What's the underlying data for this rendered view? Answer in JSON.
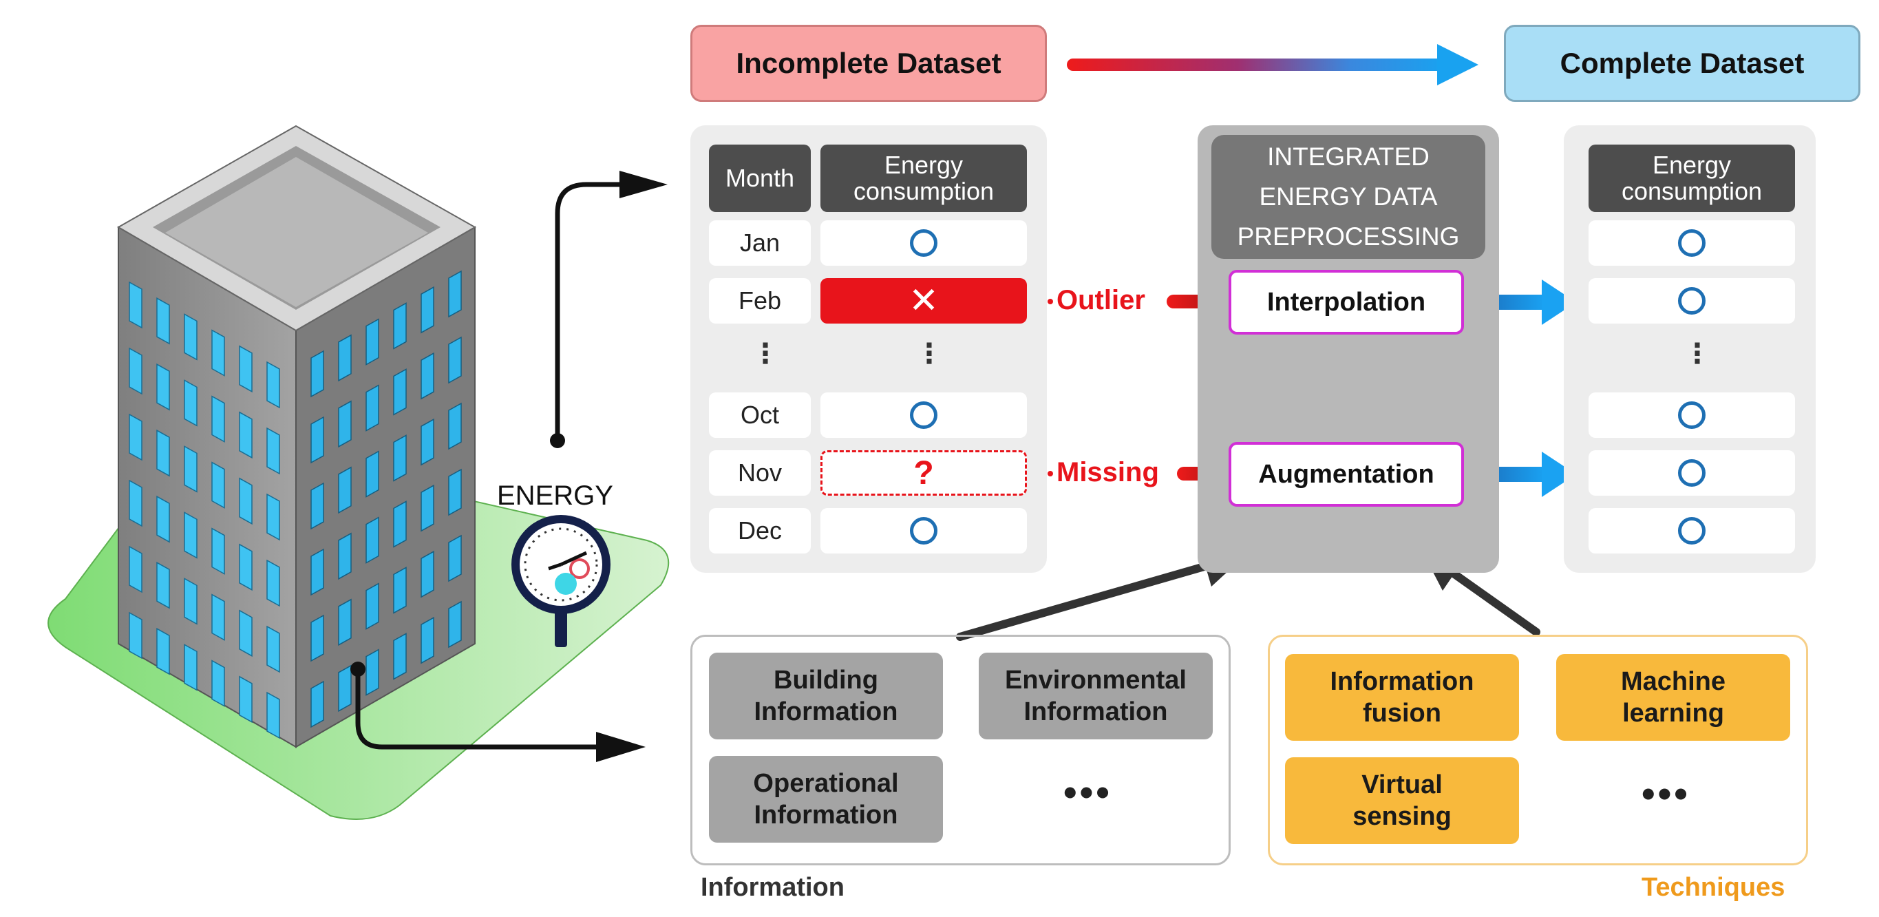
{
  "header": {
    "incomplete_label": "Incomplete Dataset",
    "complete_label": "Complete Dataset"
  },
  "meter": {
    "label": "ENERGY"
  },
  "incomplete_table": {
    "col_month": "Month",
    "col_energy": "Energy consumption",
    "rows": [
      {
        "month": "Jan",
        "status": "ok"
      },
      {
        "month": "Feb",
        "status": "outlier",
        "mark": "✕"
      },
      {
        "month": "⋮",
        "status": "dots",
        "mark": "⋮"
      },
      {
        "month": "Oct",
        "status": "ok"
      },
      {
        "month": "Nov",
        "status": "missing",
        "mark": "?"
      },
      {
        "month": "Dec",
        "status": "ok"
      }
    ]
  },
  "anomaly_labels": {
    "outlier": "Outlier",
    "missing": "Missing"
  },
  "preprocessing": {
    "title_lines": [
      "INTEGRATED",
      "ENERGY DATA",
      "PREPROCESSING"
    ],
    "interpolation": "Interpolation",
    "augmentation": "Augmentation"
  },
  "complete_table": {
    "col_energy": "Energy consumption",
    "dots": "⋮"
  },
  "information": {
    "caption": "Information",
    "building": "Building Information",
    "environmental": "Environmental Information",
    "operational": "Operational Information",
    "more": "•••"
  },
  "techniques": {
    "caption": "Techniques",
    "fusion": "Information fusion",
    "ml": "Machine learning",
    "virtual": "Virtual sensing",
    "more": "•••"
  },
  "colors": {
    "incomplete_bg": "#f9a3a3",
    "complete_bg": "#a9def6",
    "outlier_red": "#e8141b",
    "circle_blue": "#1e6fb3",
    "tech_orange": "#f8b93c",
    "tech_caption": "#ef9a1c"
  },
  "icons": [
    "building-illustration",
    "energy-meter-gauge",
    "gradient-arrow",
    "cross-icon",
    "question-icon",
    "circle-ok-icon"
  ]
}
